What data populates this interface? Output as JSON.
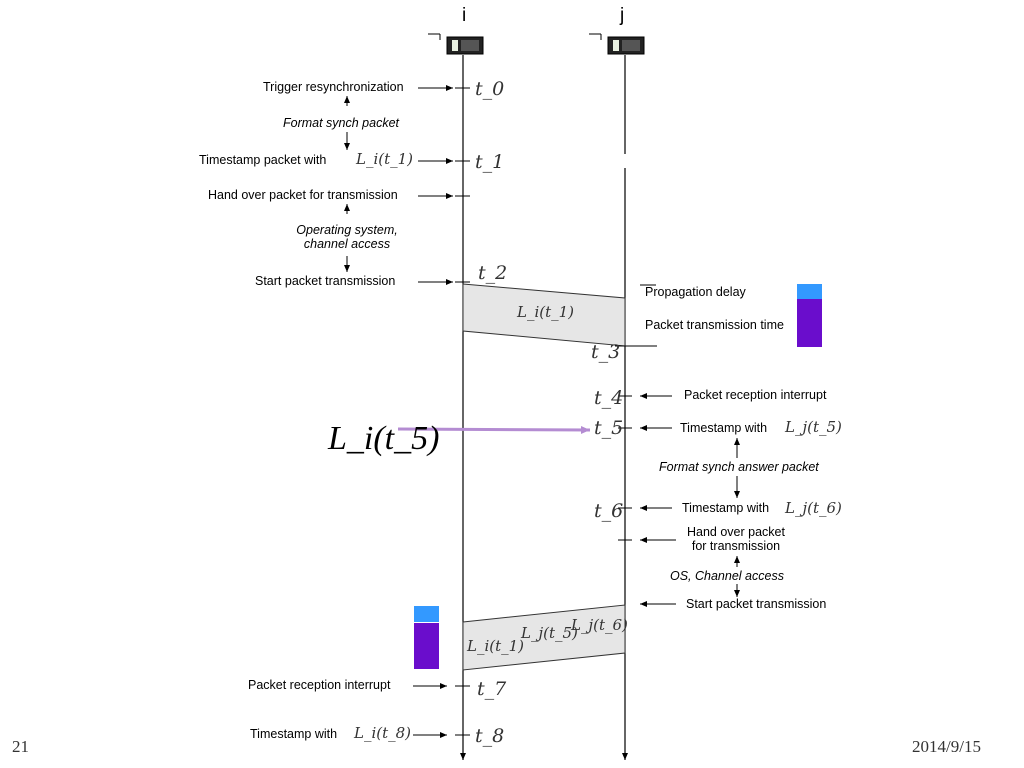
{
  "nodes": {
    "i": "i",
    "j": "j"
  },
  "sender": {
    "trigger": "Trigger resynchronization",
    "format": "Format synch packet",
    "timestamp": "Timestamp packet with",
    "timestamp_val": "L_i(t_1)",
    "handover": "Hand over packet for transmission",
    "os_line1": "Operating system,",
    "os_line2": "channel access",
    "start": "Start packet transmission",
    "reception": "Packet reception interrupt",
    "ts8": "Timestamp with",
    "ts8_val": "L_i(t_8)"
  },
  "times": {
    "t0": "t_0",
    "t1": "t_1",
    "t2": "t_2",
    "t3": "t_3",
    "t4": "t_4",
    "t5": "t_5",
    "t6": "t_6",
    "t7": "t_7",
    "t8": "t_8"
  },
  "packet1": {
    "payload": "L_i(t_1)"
  },
  "legend": {
    "prop": "Propagation delay",
    "trans": "Packet transmission time",
    "color_prop": "#3399ff",
    "color_trans": "#6a0dcc"
  },
  "receiver": {
    "reception": "Packet reception interrupt",
    "ts5": "Timestamp with",
    "ts5_val": "L_j(t_5)",
    "format": "Format synch answer packet",
    "ts6": "Timestamp with",
    "ts6_val": "L_j(t_6)",
    "handover1": "Hand over packet",
    "handover2": "for transmission",
    "os": "OS, Channel access",
    "start": "Start packet transmission"
  },
  "packet2": {
    "p1": "L_i(t_1)",
    "p2": "L_j(t_5)",
    "p3": "L_j(t_6)"
  },
  "highlight": {
    "label": "L_i(t_5)",
    "arrow_color": "#b48cd2"
  },
  "footer": {
    "page": "21",
    "date": "2014/9/15"
  }
}
